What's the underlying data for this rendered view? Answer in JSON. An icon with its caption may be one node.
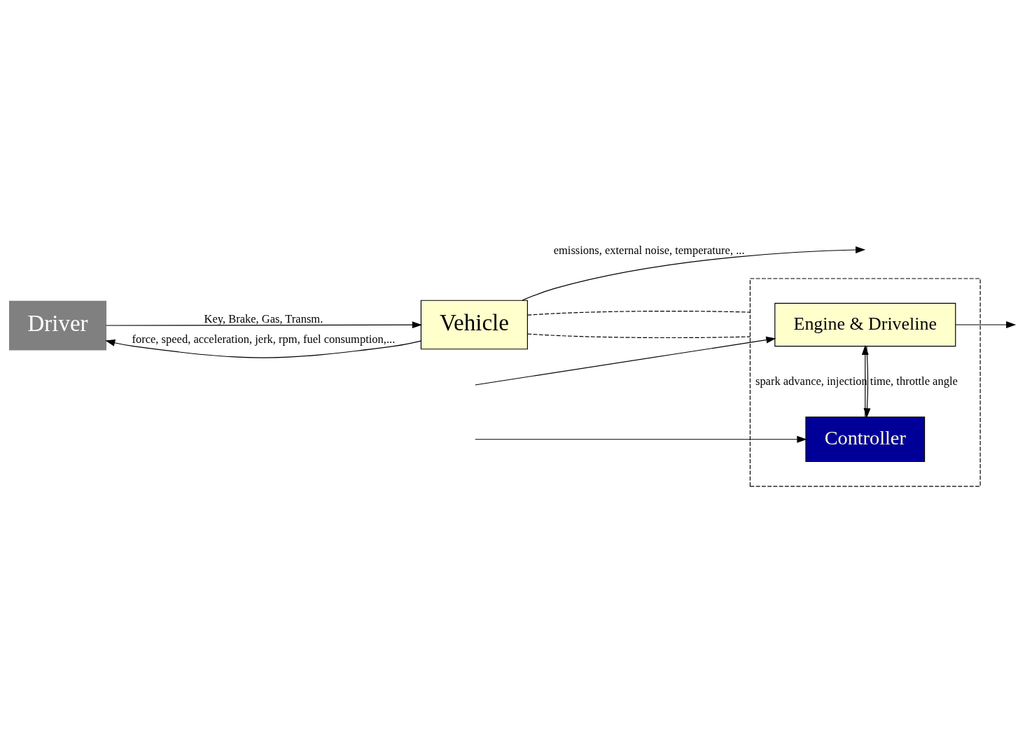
{
  "diagram": {
    "nodes": [
      {
        "text": [
          "Driver"
        ]
      },
      {
        "text": [
          "Vehicle"
        ]
      },
      {
        "text": [],
        "shape": "box"
      },
      {
        "text": [
          "Engine & Driveline"
        ],
        "in": 2
      },
      {
        "text": [
          "Controller"
        ],
        "in": 2
      }
    ],
    "edges": [
      {
        "from": 0,
        "to": 1,
        "arrow": "to",
        "label": "Key, Brake, Gas, Transm."
      },
      {
        "from": 1,
        "to": null,
        "arrow": "to",
        "label": "emissions, external noise, temperature, ..."
      },
      {
        "from": 1,
        "to": 0,
        "arrow": "to",
        "label": "force, speed, acceleration, jerk, rpm, fuel consumption,..."
      },
      {
        "from": 1,
        "to": 2,
        "arrow": "none",
        "style": "dashed"
      },
      {
        "from": 1,
        "to": 2,
        "arrow": "none",
        "style": "dashed"
      },
      {
        "from": null,
        "to": 3,
        "arrow": "to"
      },
      {
        "from": null,
        "to": 4,
        "arrow": "to"
      },
      {
        "from": 3,
        "to": null,
        "arrow": "to"
      },
      {
        "from": 3,
        "to": 4,
        "arrow": "to"
      },
      {
        "from": 4,
        "to": 3,
        "arrow": "to",
        "label": "spark advance, injection time, throttle angle"
      }
    ]
  }
}
